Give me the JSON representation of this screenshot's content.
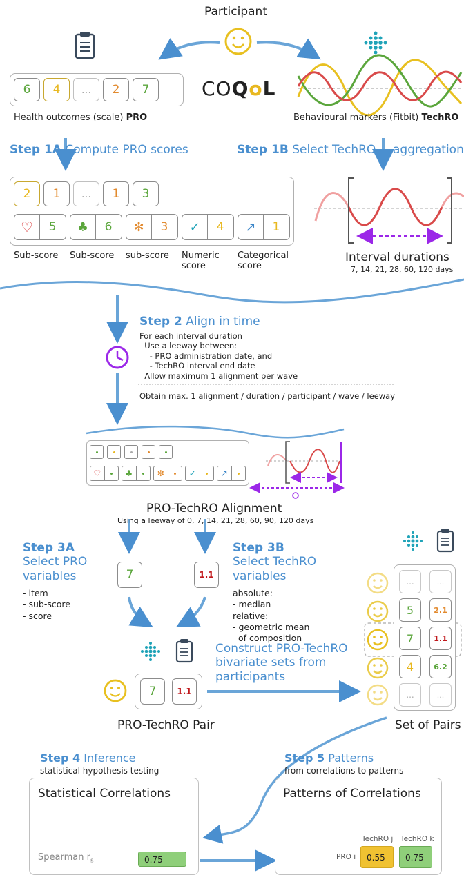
{
  "top": {
    "participant": "Participant",
    "coqol": {
      "a": "CO",
      "b": "Q",
      "c": "o",
      "d": "L"
    },
    "pro_values": [
      "6",
      "4",
      "...",
      "2",
      "7"
    ],
    "pro_label_prefix": "Health outcomes (scale) ",
    "pro_label_bold": "PRO",
    "techro_label_prefix": "Behavioural markers (Fitbit) ",
    "techro_label_bold": "TechRO"
  },
  "step1a": {
    "step": "Step 1A",
    "text": "Compute PRO scores"
  },
  "step1b": {
    "step": "Step 1B",
    "text": "Select TechRO",
    "text2": "aggregations"
  },
  "scores": {
    "row1": [
      "2",
      "1",
      "...",
      "1",
      "3"
    ],
    "row2": [
      "5",
      "6",
      "3",
      "4",
      "1"
    ],
    "labels": [
      "Sub-score",
      "Sub-score",
      "sub-score",
      "Numeric\nscore",
      "Categorical\nscore"
    ]
  },
  "intervals": {
    "title": "Interval durations",
    "days": "7, 14, 21, 28, 60, 120 days"
  },
  "step2": {
    "step": "Step 2",
    "text": "Align in time",
    "lines": [
      "For each interval duration",
      "  Use a leeway between:",
      "    - PRO administration date, and",
      "    - TechRO interval end date",
      "  Allow maximum 1 alignment per wave"
    ],
    "obtain": "Obtain max. 1 alignment / duration / participant / wave / leeway"
  },
  "alignment": {
    "title": "PRO-TechRO Alignment",
    "subtitle": "Using a leeway of 0, 7, 14, 21, 28, 60, 90, 120 days"
  },
  "step3a": {
    "step": "Step 3A",
    "l1": "Select PRO",
    "l2": "variables",
    "items": [
      "- item",
      "- sub-score",
      "- score"
    ],
    "value": "7"
  },
  "step3b": {
    "step": "Step 3B",
    "l1": "Select TechRO",
    "l2": "variables",
    "items": [
      "absolute:",
      "- median",
      "relative:",
      "- geometric mean",
      "  of composition"
    ],
    "value": "1.1"
  },
  "pair": {
    "title": "PRO-TechRO Pair",
    "pro": "7",
    "tech": "1.1"
  },
  "construct": {
    "l1": "Construct PRO-TechRO",
    "l2": "bivariate sets from",
    "l3": "participants"
  },
  "set_of_pairs": {
    "title": "Set of Pairs",
    "rows": [
      {
        "pro": "...",
        "tech": "..."
      },
      {
        "pro": "5",
        "tech": "2.1"
      },
      {
        "pro": "7",
        "tech": "1.1"
      },
      {
        "pro": "4",
        "tech": "6.2"
      },
      {
        "pro": "...",
        "tech": "..."
      }
    ]
  },
  "step4": {
    "step": "Step 4",
    "text": "Inference",
    "sub": "statistical hypothesis testing",
    "panel": "Statistical Correlations",
    "label": "Spearman r",
    "label_sub": "s",
    "value": "0.75"
  },
  "step5": {
    "step": "Step 5",
    "text": "Patterns",
    "sub": "from correlations to patterns",
    "panel": "Patterns of Correlations",
    "col1": "TechRO j",
    "col2": "TechRO k",
    "row": "PRO i",
    "v1": "0.55",
    "v2": "0.75"
  },
  "colors": {
    "blue": "#4a8fcf",
    "green": "#5ba63c",
    "yellow": "#e8b820",
    "orange": "#e28a2e",
    "purple": "#9b27e8",
    "red": "#c0181c",
    "teal": "#1fa3b8"
  }
}
